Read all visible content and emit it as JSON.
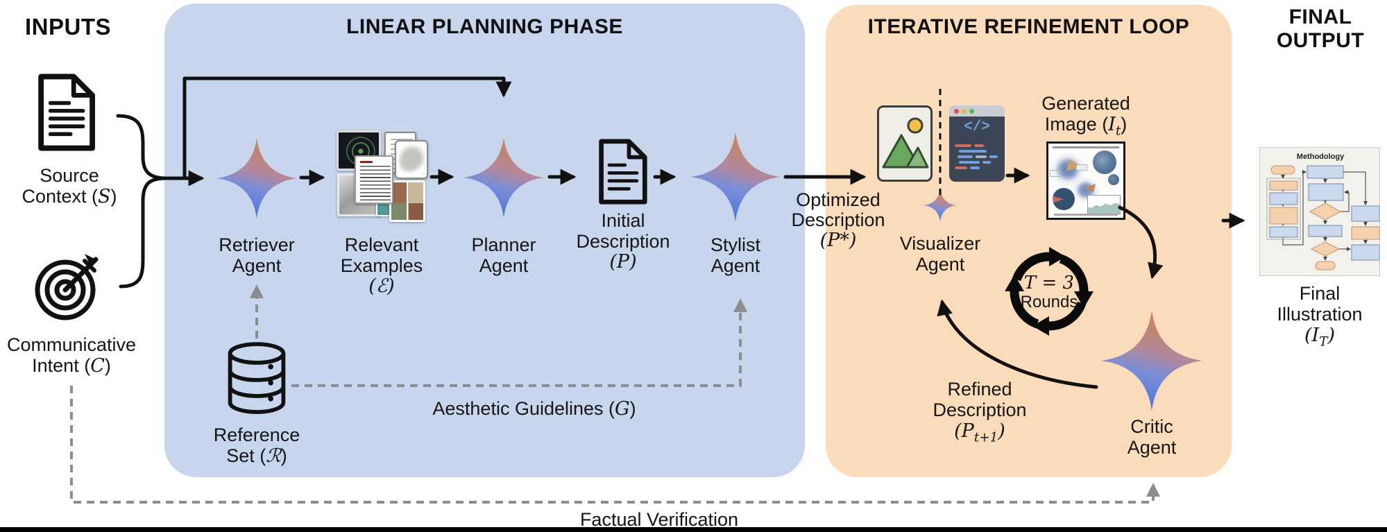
{
  "colors": {
    "planning_bg": "#c7d6ed",
    "refinement_bg": "#fbdcba",
    "sparkle_orange": "#d0834f",
    "sparkle_blue": "#4a72de",
    "dashed_gray": "#8d8d8d",
    "arrow_black": "#111111"
  },
  "icons": {
    "source": "document-icon",
    "intent": "target-icon",
    "agents": "sparkle-icon",
    "examples": "image-collage-icon",
    "initial_description": "document-icon",
    "reference": "database-icon",
    "visualizer_image": "picture-icon",
    "visualizer_code": "code-window-icon",
    "loop": "cycle-arrows-icon"
  },
  "inputs": {
    "title": "INPUTS",
    "source_line1": "Source",
    "source_line2a": "Context (",
    "source_var": "S",
    "source_line2b": ")",
    "intent_line1": "Communicative",
    "intent_line2a": "Intent (",
    "intent_var": "C",
    "intent_line2b": ")"
  },
  "planning": {
    "title": "LINEAR PLANNING PHASE",
    "retriever1": "Retriever",
    "retriever2": "Agent",
    "examples1": "Relevant",
    "examples2": "Examples",
    "examples3": "(ℰ)",
    "planner1": "Planner",
    "planner2": "Agent",
    "initial1": "Initial",
    "initial2": "Description",
    "initial3": "(P)",
    "stylist1": "Stylist",
    "stylist2": "Agent",
    "ref1": "Reference",
    "ref2a": "Set (",
    "ref_var": "ℛ",
    "ref2b": ")",
    "aesthetic_a": "Aesthetic Guidelines (",
    "aesthetic_var": "G",
    "aesthetic_b": ")"
  },
  "refinement": {
    "title": "ITERATIVE REFINEMENT LOOP",
    "opt1": "Optimized",
    "opt2": "Description",
    "opt3": "(P*)",
    "vis1": "Visualizer",
    "vis2": "Agent",
    "gen1": "Generated",
    "gen2a": "Image (",
    "gen_var": "I",
    "gen_sub": "t",
    "gen2b": ")",
    "rounds1": "T = 3",
    "rounds2": "Rounds",
    "critic1": "Critic",
    "critic2": "Agent",
    "refined1": "Refined",
    "refined2": "Description",
    "refined3a": "(P",
    "refined3sub": "t+1",
    "refined3b": ")"
  },
  "final": {
    "title1": "FINAL",
    "title2": "OUTPUT",
    "thumb_title": "Methodology",
    "fin1": "Final",
    "fin2": "Illustration",
    "fin3a": "(I",
    "fin3sub": "T",
    "fin3b": ")"
  },
  "footer": {
    "factual": "Factual Verification"
  }
}
